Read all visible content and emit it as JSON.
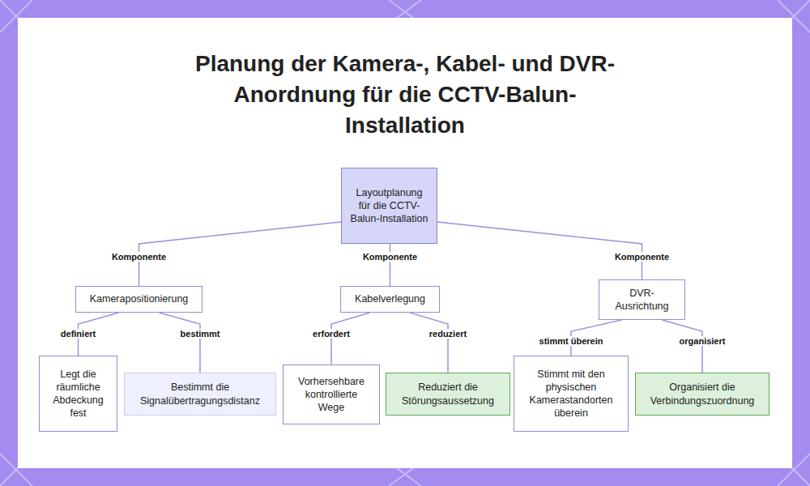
{
  "diagram": {
    "title": "Planung der Kamera-, Kabel- und DVR-Anordnung für die CCTV-Balun-Installation",
    "nodes": [
      {
        "text": [
          "Layoutplanung für die CCTV-Balun-Installation"
        ]
      },
      {
        "text": [
          "Kamerapositionierung"
        ]
      },
      {
        "text": [
          "Kabelverlegung"
        ]
      },
      {
        "text": [
          "DVR-Ausrichtung"
        ]
      },
      {
        "text": [
          "Legt die räumliche Abdeckung fest"
        ]
      },
      {
        "text": [
          "Bestimmt die Signalübertragungsdistanz"
        ]
      },
      {
        "text": [
          "Vorhersehbare kontrollierte Wege"
        ]
      },
      {
        "text": [
          "Reduziert die Störungsaussetzung"
        ]
      },
      {
        "text": [
          "Stimmt mit den physischen Kamerastandorten überein"
        ]
      },
      {
        "text": [
          "Organisiert die Verbindungszuordnung"
        ]
      }
    ],
    "edges": [
      {
        "from": 0,
        "to": 1,
        "label": "Komponente",
        "arrow": "none"
      },
      {
        "from": 0,
        "to": 2,
        "label": "Komponente",
        "arrow": "none"
      },
      {
        "from": 0,
        "to": 3,
        "label": "Komponente",
        "arrow": "none"
      },
      {
        "from": 1,
        "to": 4,
        "label": "definiert",
        "arrow": "none"
      },
      {
        "from": 1,
        "to": 5,
        "label": "bestimmt",
        "arrow": "none"
      },
      {
        "from": 2,
        "to": 6,
        "label": "erfordert",
        "arrow": "none"
      },
      {
        "from": 2,
        "to": 7,
        "label": "reduziert",
        "arrow": "none"
      },
      {
        "from": 3,
        "to": 8,
        "label": "stimmt überein",
        "arrow": "none"
      },
      {
        "from": 3,
        "to": 9,
        "label": "organisiert",
        "arrow": "none"
      }
    ]
  }
}
